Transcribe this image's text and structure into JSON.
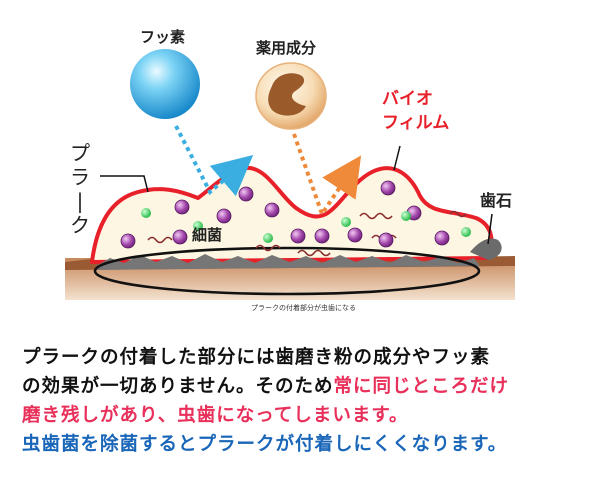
{
  "diagram": {
    "labels": {
      "fluoride": "フッ素",
      "medicinal": "薬用成分",
      "biofilm_line1": "バイオ",
      "biofilm_line2": "フィルム",
      "plaque": "プラーク",
      "tartar": "歯石",
      "bacteria": "細菌",
      "caption": "プラークの付着部分が虫歯になる"
    },
    "colors": {
      "biofilm_red": "#e8202a",
      "arrow_blue": "#3aaee0",
      "arrow_orange": "#ee8a3a",
      "bacteria_purple": "#9a3fa2",
      "dot_green": "#2ecc4e",
      "plaque_fill": "#fdf6e2",
      "tooth_brown": "#a4653c"
    }
  },
  "text": {
    "line1": "プラークの付着した部分には歯磨き粉の成分やフッ素",
    "line2_black": "の効果が一切ありません。そのため",
    "line2_red": "常に同じところだけ",
    "line3_red": "磨き残しがあり、虫歯になってしまいます。",
    "line4_blue": "虫歯菌を除菌するとプラークが付着しにくくなります。",
    "color_black": "#111111",
    "color_red": "#e8305a",
    "color_blue": "#1a66b8"
  }
}
